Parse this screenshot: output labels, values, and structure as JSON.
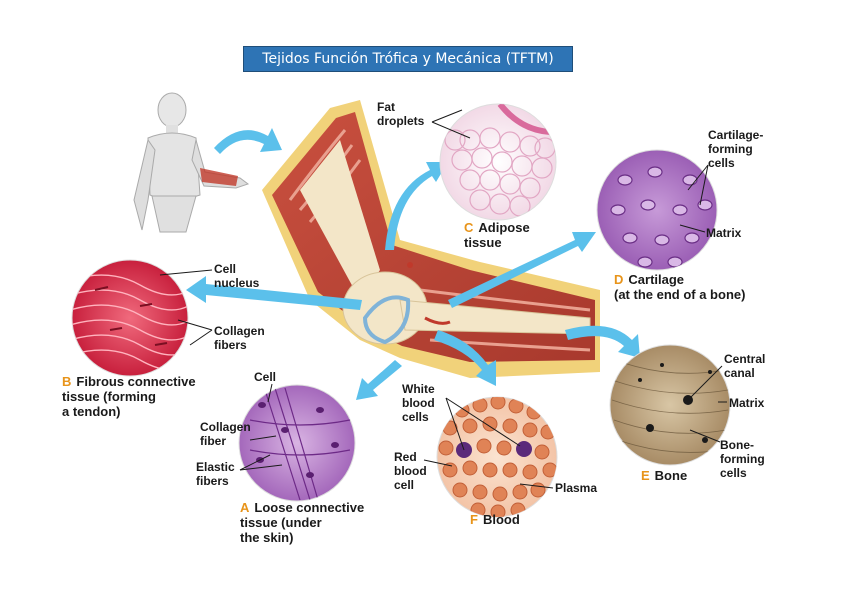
{
  "title": "Tejidos Función Trófica y Mecánica (TFTM)",
  "colors": {
    "title_bg": "#2e74b5",
    "arrow": "#5bc0eb",
    "letter": "#e8941a"
  },
  "labels": {
    "fat_droplets": "Fat\ndroplets",
    "cartilage_forming_cells": "Cartilage-\nforming\ncells",
    "matrix_cartilage": "Matrix",
    "cell_nucleus": "Cell\nnucleus",
    "collagen_fibers_b": "Collagen\nfibers",
    "cell_a": "Cell",
    "collagen_fiber_a": "Collagen\nfiber",
    "elastic_fibers": "Elastic\nfibers",
    "white_blood_cells": "White\nblood\ncells",
    "red_blood_cell": "Red\nblood\ncell",
    "plasma": "Plasma",
    "central_canal": "Central\ncanal",
    "matrix_bone": "Matrix",
    "bone_forming_cells": "Bone-\nforming\ncells"
  },
  "captions": {
    "a": {
      "letter": "A",
      "text": "Loose connective\ntissue (under\nthe skin)"
    },
    "b": {
      "letter": "B",
      "text": "Fibrous connective\ntissue (forming\na tendon)"
    },
    "c": {
      "letter": "C",
      "text": "Adipose\ntissue"
    },
    "d": {
      "letter": "D",
      "text": "Cartilage\n(at the end of a bone)"
    },
    "e": {
      "letter": "E",
      "text": "Bone"
    },
    "f": {
      "letter": "F",
      "text": "Blood"
    }
  }
}
